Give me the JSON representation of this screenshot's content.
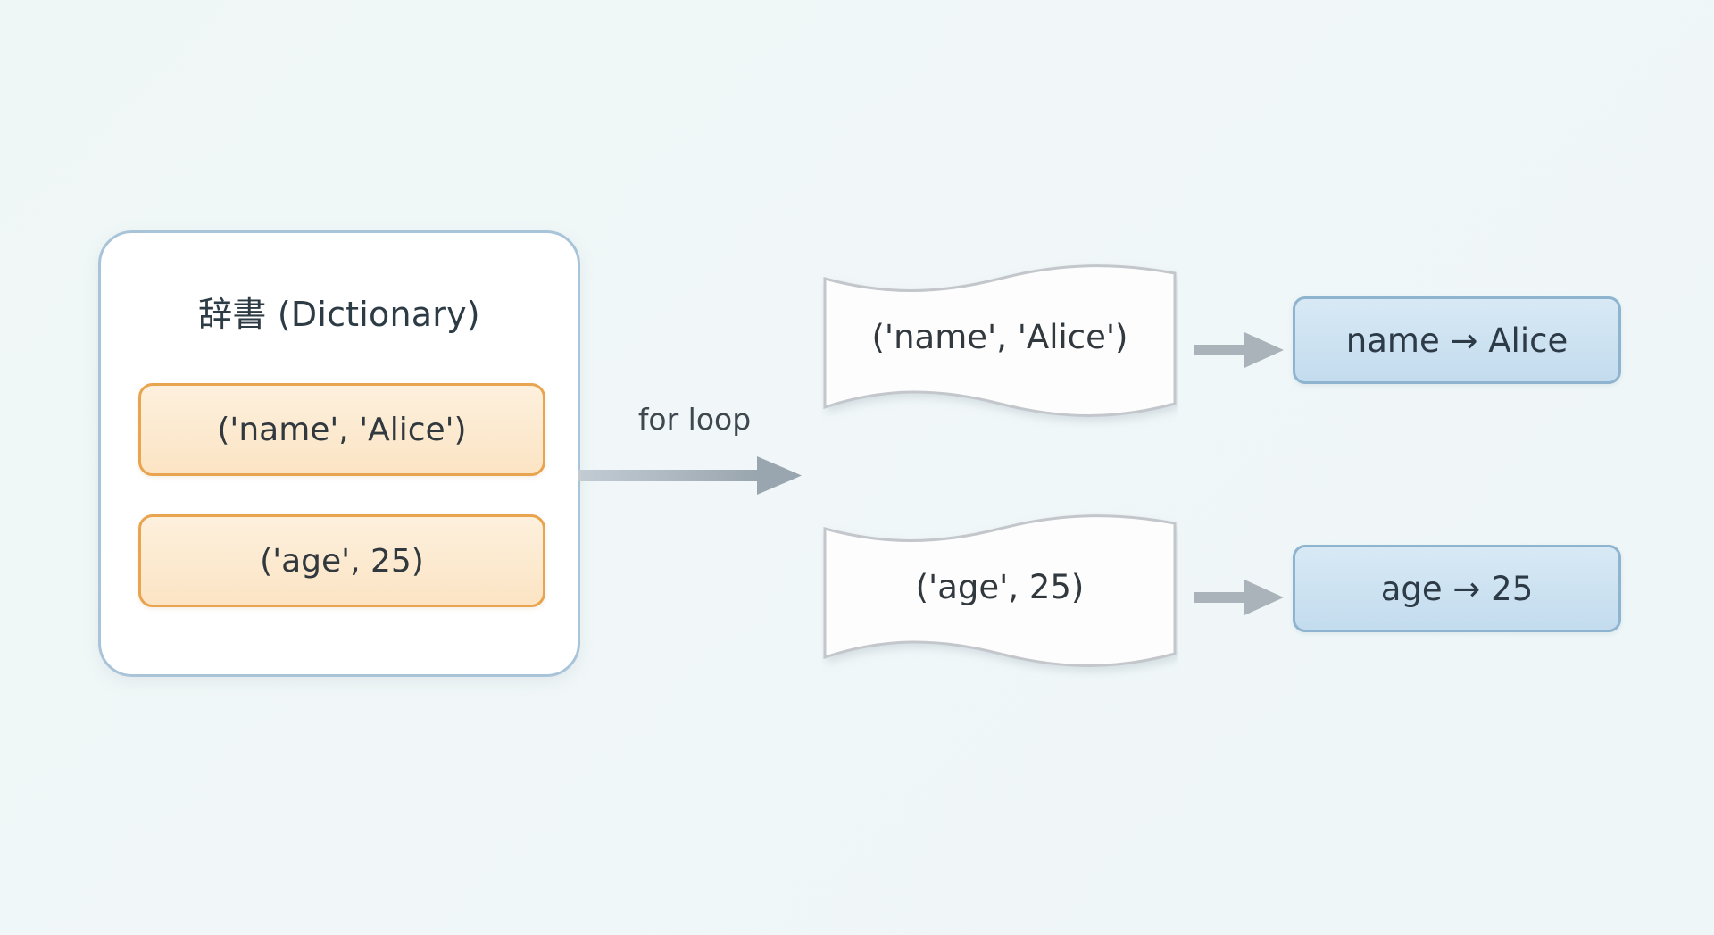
{
  "background": {
    "color_start": "#eff7f6",
    "color_end": "#eef6f7"
  },
  "dictionary_card": {
    "title": "辞書 (Dictionary)",
    "border_color": "#a9c4d8",
    "items": [
      {
        "label": "('name', 'Alice')"
      },
      {
        "label": "('age', 25)"
      }
    ],
    "item_fill": "#fce4c4",
    "item_border": "#e8a44f"
  },
  "connector": {
    "label": "for loop",
    "arrow_color": "#a8b2ba",
    "icon": "arrow-right-icon"
  },
  "iterations": [
    {
      "tuple": "('name', 'Alice')",
      "arrow_icon": "arrow-right-icon",
      "result": "name → Alice"
    },
    {
      "tuple": "('age', 25)",
      "arrow_icon": "arrow-right-icon",
      "result": "age → 25"
    }
  ],
  "result_box": {
    "fill": "#c3dcee",
    "border": "#8fb4cf"
  }
}
